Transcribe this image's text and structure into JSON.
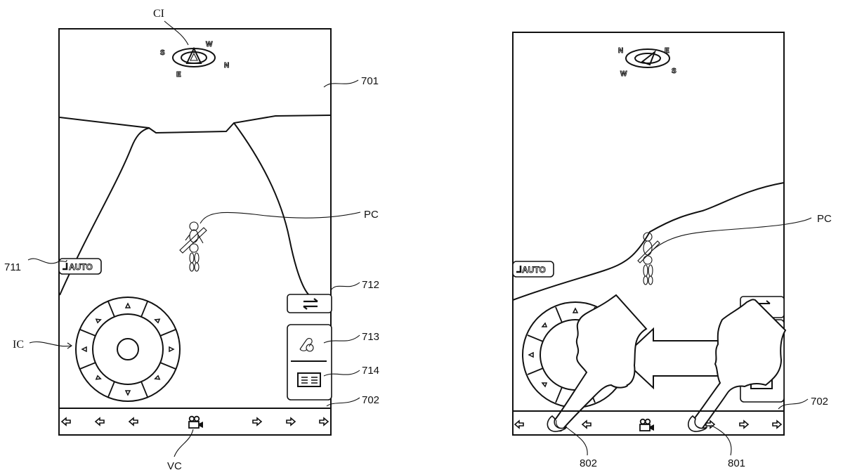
{
  "figure": {
    "left_panel": {
      "name": "game-screen-normal",
      "reference_labels": {
        "compass": "CI",
        "upper_area": "701",
        "player_character": "PC",
        "auto_button": "711",
        "switch_button": "712",
        "item_button": "713",
        "menu_button": "714",
        "input_controller": "IC",
        "bottom_bar": "702",
        "view_control": "VC"
      },
      "compass_directions": {
        "top_left": "S",
        "top_right": "W",
        "right": "N",
        "bottom": "E"
      },
      "auto_button_label": "AUTO"
    },
    "right_panel": {
      "name": "game-screen-swipe",
      "reference_labels": {
        "player_character": "PC",
        "bottom_bar": "702",
        "touch_start": "801",
        "touch_end": "802"
      },
      "compass_directions": {
        "top_left": "N",
        "top_right": "E",
        "left": "W",
        "right": "S"
      },
      "auto_button_label": "AUTO",
      "gesture": "swipe-left"
    }
  },
  "icons": {
    "left_arrow": "left-arrow-icon",
    "right_arrow": "right-arrow-icon",
    "camera": "video-camera-icon",
    "swap": "swap-arrows-icon",
    "item": "item-bag-icon",
    "menu": "menu-list-icon",
    "direction": "triangle-direction-icon"
  }
}
